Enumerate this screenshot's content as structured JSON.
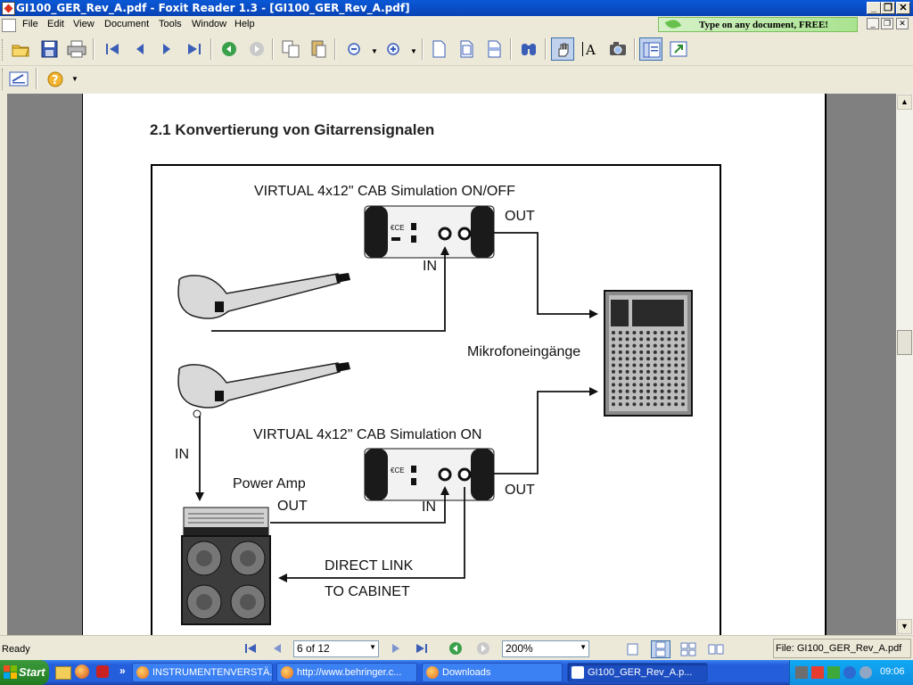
{
  "window": {
    "title": "GI100_GER_Rev_A.pdf - Foxit Reader 1.3 - [GI100_GER_Rev_A.pdf]"
  },
  "menu": {
    "items": [
      "File",
      "Edit",
      "View",
      "Document",
      "Tools",
      "Window",
      "Help"
    ],
    "promo": "Type on any document, FREE!"
  },
  "document": {
    "heading": "2.1  Konvertierung von Gitarrensignalen",
    "diagram": {
      "top_title": "VIRTUAL 4x12\" CAB Simulation ON/OFF",
      "bottom_title": "VIRTUAL 4x12\" CAB Simulation ON",
      "out_top": "OUT",
      "in_top": "IN",
      "mic_inputs": "Mikrofoneingänge",
      "in_left": "IN",
      "power_amp": "Power Amp",
      "power_amp_out": "OUT",
      "in_bottom": "IN",
      "out_bottom": "OUT",
      "direct_link_1": "DIRECT LINK",
      "direct_link_2": "TO CABINET"
    }
  },
  "status": {
    "ready": "Ready",
    "page_indicator": "6 of 12",
    "zoom": "200%",
    "file": "File: GI100_GER_Rev_A.pdf"
  },
  "taskbar": {
    "start": "Start",
    "tasks": [
      "INSTRUMENTENVERSTÄ...",
      "http://www.behringer.c...",
      "Downloads",
      "GI100_GER_Rev_A.p..."
    ],
    "clock": "09:06"
  }
}
